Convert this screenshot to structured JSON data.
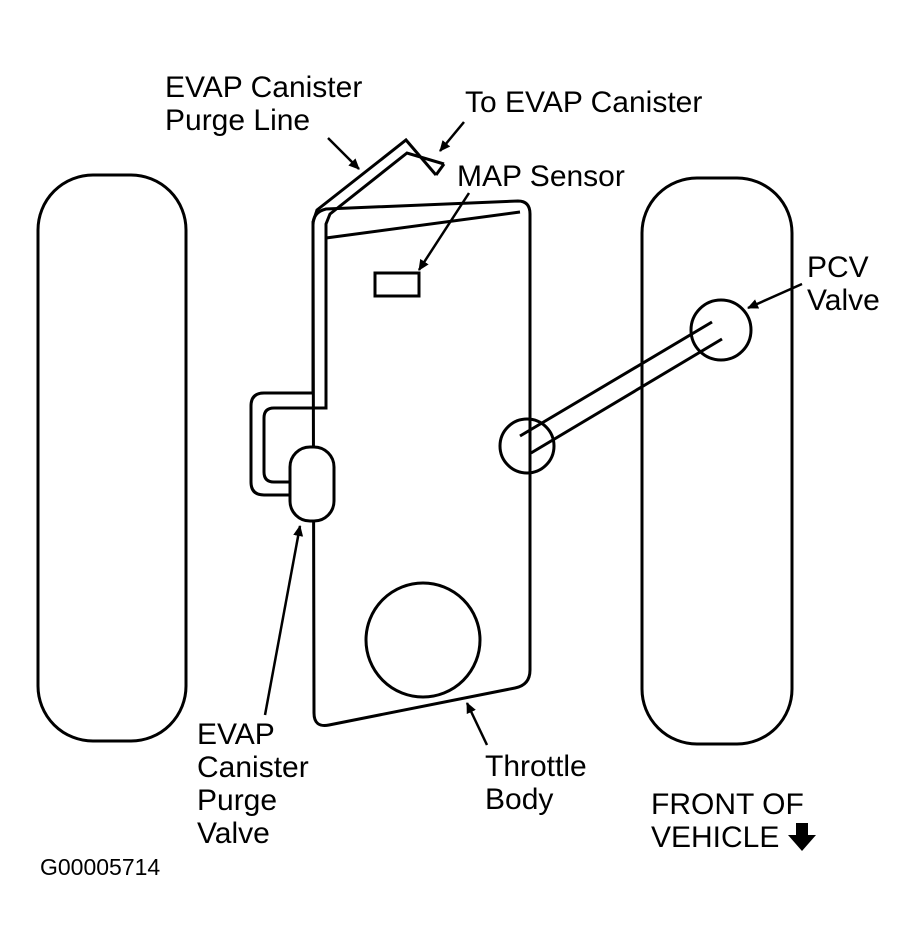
{
  "labels": {
    "purge_line": [
      "EVAP Canister",
      "Purge Line"
    ],
    "to_canister": "To EVAP Canister",
    "map_sensor": "MAP Sensor",
    "pcv_valve": [
      "PCV",
      "Valve"
    ],
    "purge_valve": [
      "EVAP",
      "Canister",
      "Purge",
      "Valve"
    ],
    "throttle_body": [
      "Throttle",
      "Body"
    ],
    "front_of_vehicle": [
      "FRONT OF",
      "VEHICLE"
    ],
    "figure_id": "G00005714"
  },
  "colors": {
    "line": "#000000",
    "background": "#ffffff"
  },
  "icons": {
    "direction": "arrow-down-icon"
  }
}
